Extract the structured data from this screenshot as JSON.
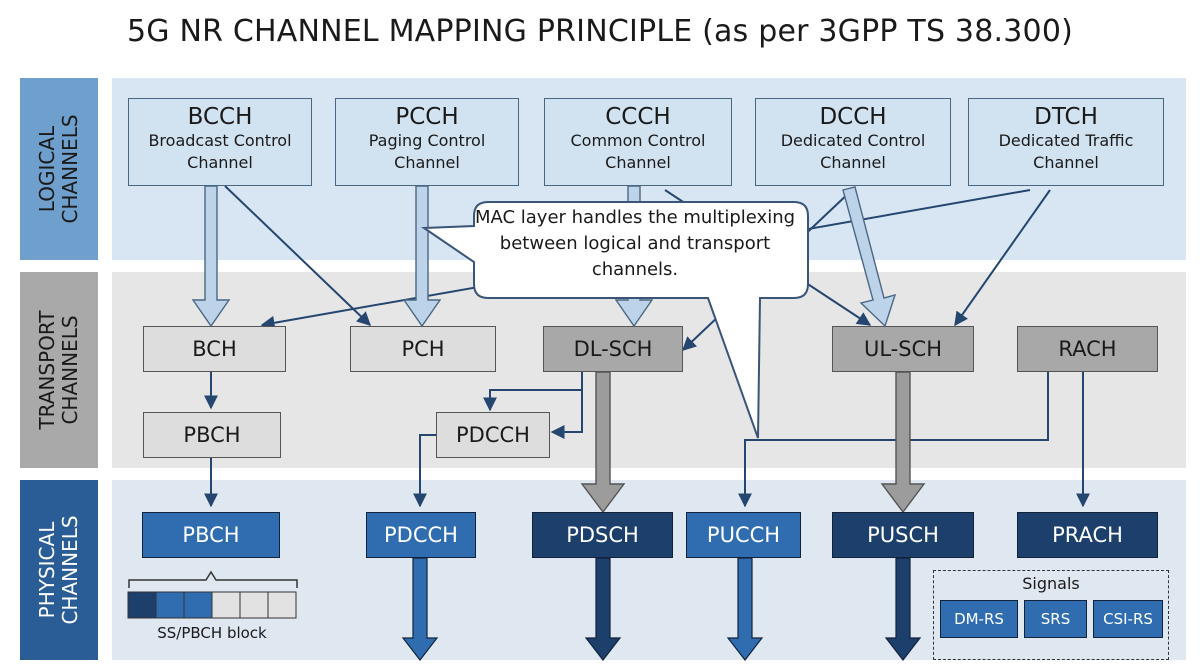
{
  "title": "5G NR CHANNEL MAPPING PRINCIPLE (as per 3GPP TS 38.300)",
  "layers": {
    "logical": "LOGICAL\nCHANNELS",
    "transport": "TRANSPORT\nCHANNELS",
    "physical": "PHYSICAL\nCHANNELS"
  },
  "logical_channels": [
    {
      "abbr": "BCCH",
      "line1": "Broadcast Control",
      "line2": "Channel"
    },
    {
      "abbr": "PCCH",
      "line1": "Paging Control",
      "line2": "Channel"
    },
    {
      "abbr": "CCCH",
      "line1": "Common Control",
      "line2": "Channel"
    },
    {
      "abbr": "DCCH",
      "line1": "Dedicated Control",
      "line2": "Channel"
    },
    {
      "abbr": "DTCH",
      "line1": "Dedicated Traffic",
      "line2": "Channel"
    }
  ],
  "transport_channels": [
    "BCH",
    "PCH",
    "DL-SCH",
    "UL-SCH",
    "RACH",
    "PBCH",
    "PDCCH"
  ],
  "physical_channels": [
    "PBCH",
    "PDCCH",
    "PDSCH",
    "PUCCH",
    "PUSCH",
    "PRACH"
  ],
  "callout": "MAC layer handles the multiplexing between logical and transport channels.",
  "ss_block_label": "SS/PBCH block",
  "signals": {
    "title": "Signals",
    "items": [
      "DM-RS",
      "SRS",
      "CSI-RS"
    ]
  },
  "colors": {
    "logical_band": "#d8e6f3",
    "transport_band": "#e6e6e6",
    "physical_band": "#dfe7f1",
    "physical_mid": "#2f6db0",
    "physical_dark": "#1d3f6c",
    "arrow": "#24466f"
  }
}
